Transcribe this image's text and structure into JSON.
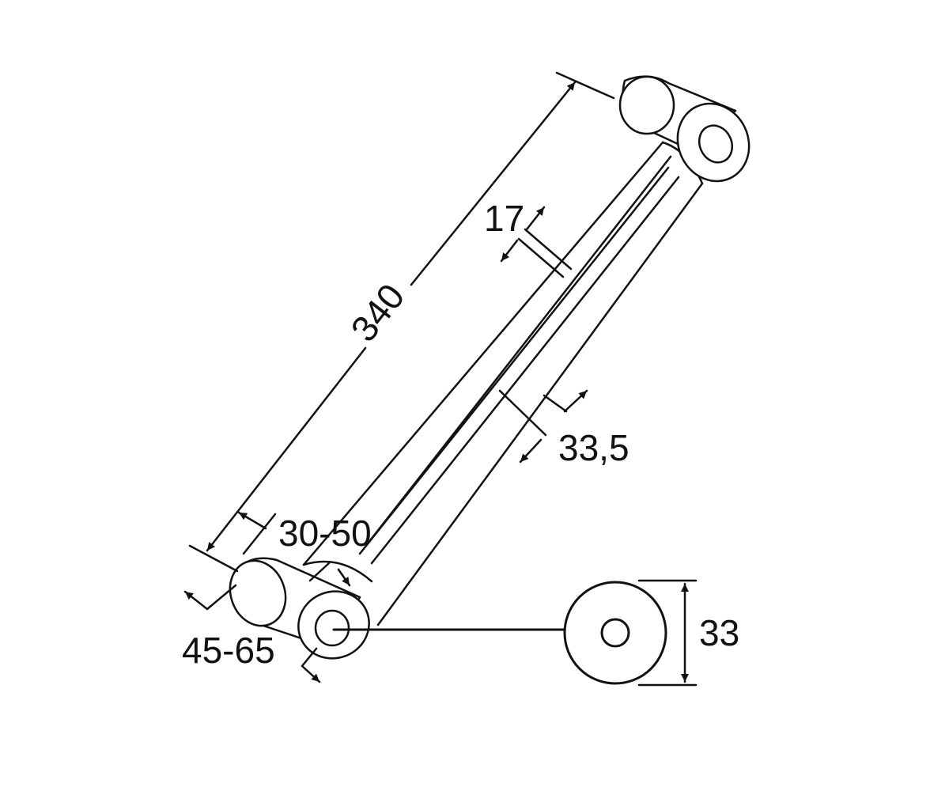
{
  "drawing": {
    "line_color": "#111111",
    "fill_color": "#ffffff",
    "dimensions": {
      "length": "340",
      "bar_width": "17",
      "body_width": "33,5",
      "projection": "30-50",
      "offset": "45-65",
      "diameter": "33"
    }
  }
}
